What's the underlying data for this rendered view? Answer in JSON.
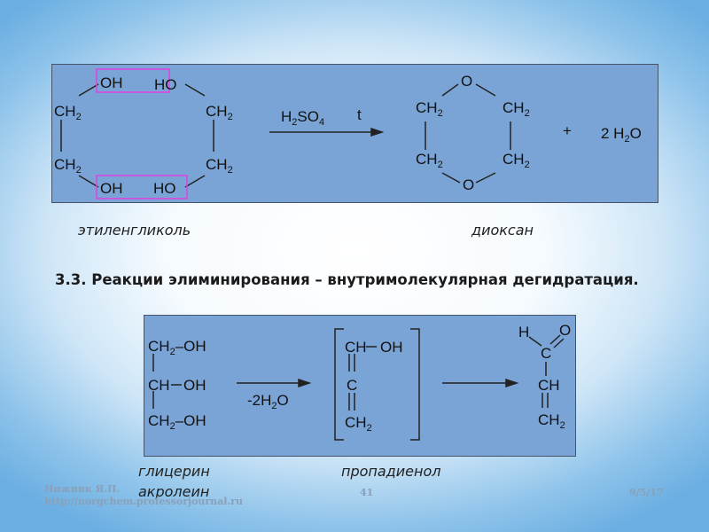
{
  "reaction1": {
    "oh_top_left": "OH",
    "ho_top_right": "HO",
    "ch2_left_top": "CH",
    "ch2_right_top": "CH",
    "ch2_left_bottom": "CH",
    "ch2_right_bottom": "CH",
    "oh_bottom_left": "OH",
    "ho_bottom_right": "HO",
    "subscript_2": "2",
    "catalyst_h": "H",
    "catalyst_so": "SO",
    "catalyst_sub2": "2",
    "catalyst_sub4": "4",
    "temperature": "t",
    "dioxane_o_top": "O",
    "dioxane_o_bottom": "O",
    "dioxane_ch_tl": "CH",
    "dioxane_ch_tr": "CH",
    "dioxane_ch_bl": "CH",
    "dioxane_ch_br": "CH",
    "plus": "+",
    "water_coef_h": "2 H",
    "water_sub": "2",
    "water_o": "O"
  },
  "labels": {
    "ethylene_glycol": "этиленгликоль",
    "dioxane": "диоксан",
    "glycerol": "глицерин",
    "propadienol": "пропадиенол",
    "acrolein": "акролеин"
  },
  "heading": "3.3. Реакции элиминирования – внутримолекулярная дегидратация.",
  "reaction2": {
    "g_ch2_top": "CH",
    "g_oh_top": "OH",
    "g_ch_mid": "CH",
    "g_oh_mid": "OH",
    "g_ch2_bot": "CH",
    "g_oh_bot": "OH",
    "sub2": "2",
    "reagent": "-2H",
    "reagent_sub": "2",
    "reagent_o": "O",
    "p_ch": "CH",
    "p_oh": "OH",
    "p_c": "C",
    "p_ch2": "CH",
    "a_h": "H",
    "a_o": "O",
    "a_c": "C",
    "a_ch": "CH",
    "a_ch2": "CH"
  },
  "footer": {
    "author": "Нижник Я.П.",
    "url": "http://norgchem.professorjournal.ru",
    "page": "41",
    "date": "9/5/17"
  }
}
